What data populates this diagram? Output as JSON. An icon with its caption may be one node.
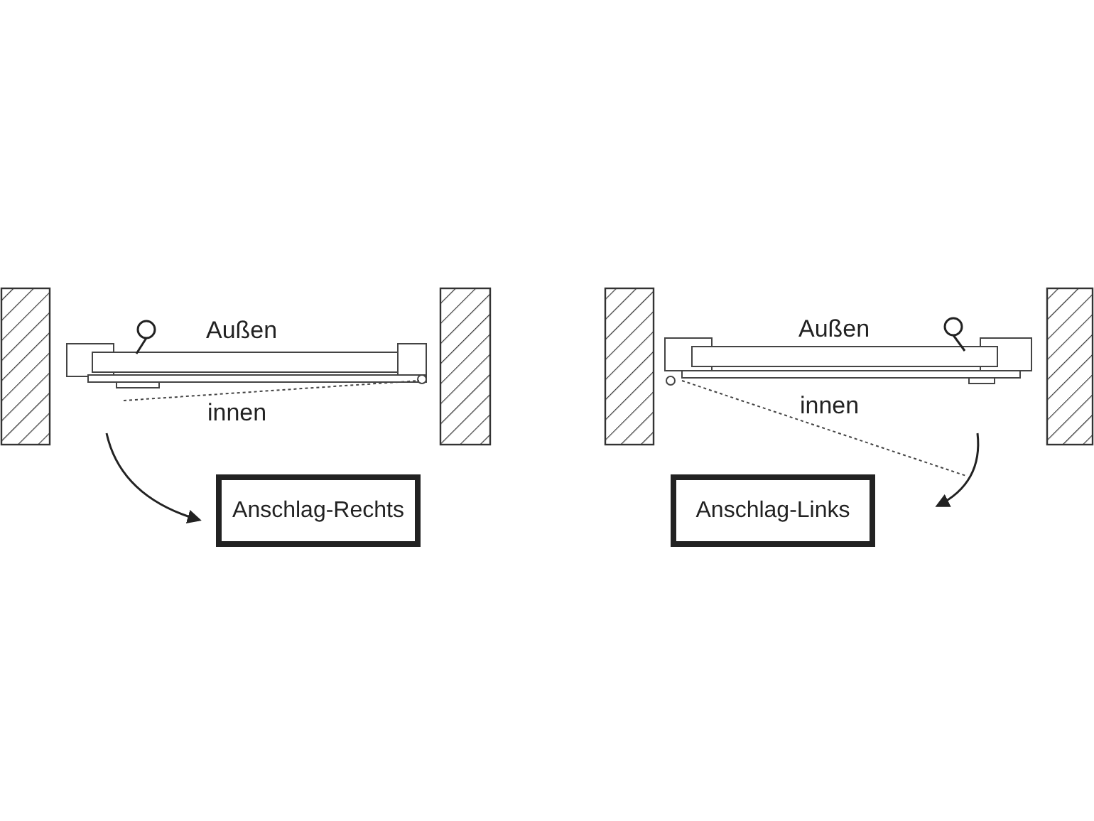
{
  "diagram": {
    "nodes": [
      {
        "text": [
          "Anschlag-Rechts"
        ]
      },
      {
        "text": [
          "Anschlag-Links"
        ]
      }
    ],
    "labels": [
      "Außen",
      "Außen",
      "innen",
      "innen"
    ]
  }
}
